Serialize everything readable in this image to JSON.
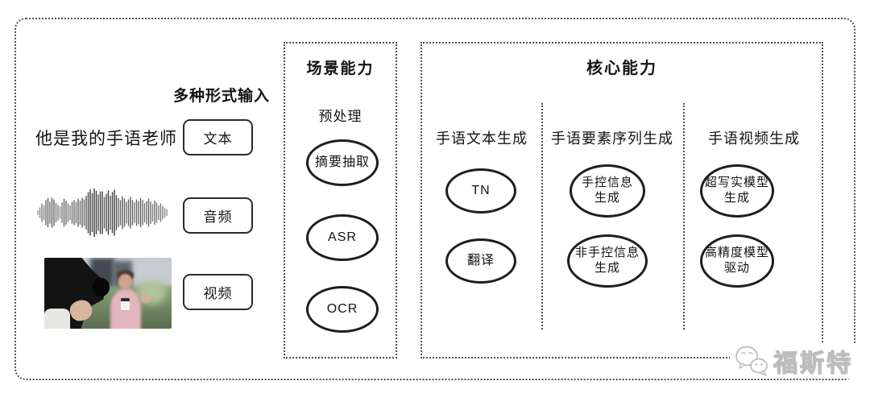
{
  "input_section": {
    "header": "多种形式输入",
    "rows": [
      {
        "stimulus": "他是我的手语老师",
        "label": "文本"
      },
      {
        "label": "音频"
      },
      {
        "label": "视频"
      }
    ]
  },
  "scene_box": {
    "title": "场景能力",
    "subtitle": "预处理",
    "nodes": [
      "摘要抽取",
      "ASR",
      "OCR"
    ]
  },
  "core_box": {
    "title": "核心能力",
    "columns": [
      {
        "header": "手语文本生成",
        "nodes": [
          "TN",
          "翻译"
        ]
      },
      {
        "header": "手语要素序列生成",
        "nodes": [
          "手控信息\n生成",
          "非手控信息\n生成"
        ]
      },
      {
        "header": "手语视频生成",
        "nodes": [
          "超写实模型\n生成",
          "高精度模型\n驱动"
        ]
      }
    ]
  },
  "watermark": {
    "icon": "wechat-icon",
    "text": "福斯特"
  },
  "colors": {
    "line": "#2a2a2a",
    "dotted_border": "#4f4f4f",
    "text": "#141414",
    "watermark": "#bdbdbd"
  }
}
